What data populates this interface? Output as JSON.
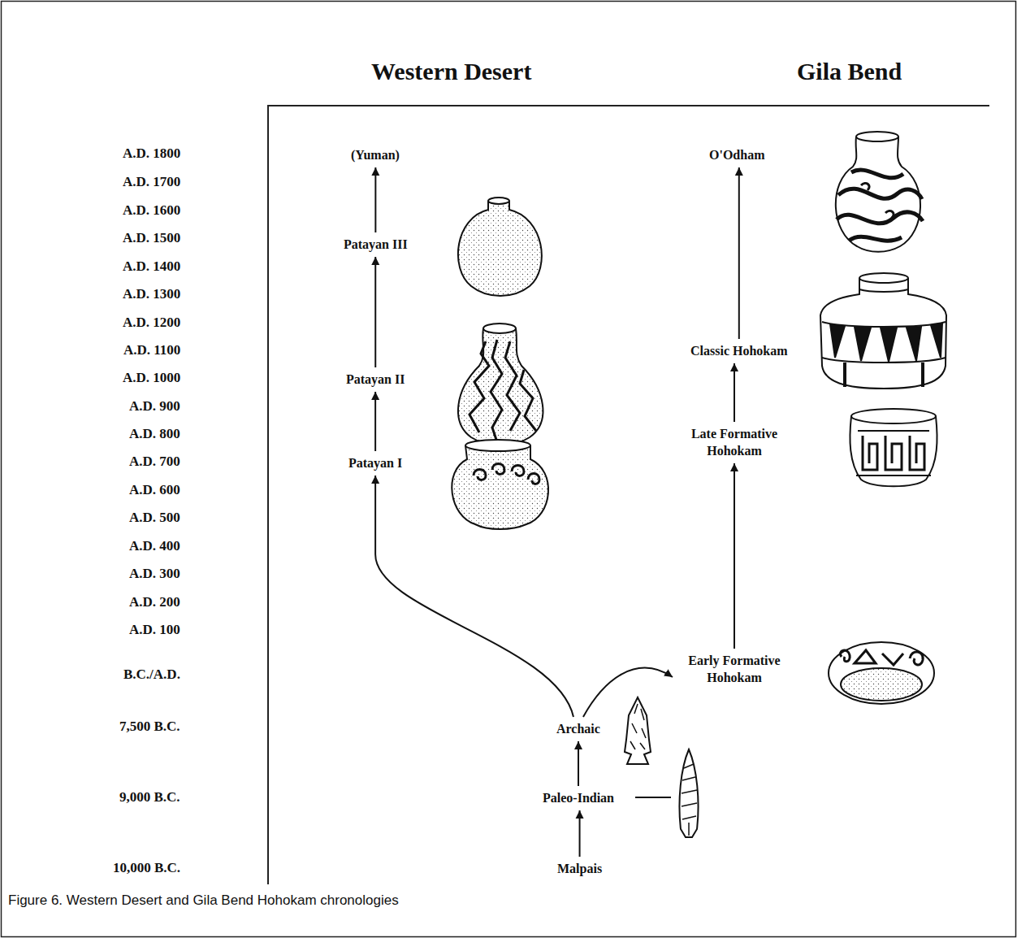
{
  "diagram": {
    "caption": "Figure 6. Western Desert and Gila Bend Hohokam chronologies",
    "nodes": [
      {
        "text": [
          "(Yuman)"
        ]
      },
      {
        "text": [
          "Patayan III"
        ]
      },
      {
        "text": [
          "Patayan II"
        ]
      },
      {
        "text": [
          "Patayan I"
        ]
      },
      {
        "text": [
          "O'Odham"
        ]
      },
      {
        "text": [
          "Classic Hohokam"
        ]
      },
      {
        "text": [
          "Late Formative Hohokam"
        ]
      },
      {
        "text": [
          "Early Formative Hohokam"
        ]
      },
      {
        "text": [
          "Archaic"
        ]
      },
      {
        "text": [
          "Paleo-Indian"
        ]
      },
      {
        "text": [
          "Malpais"
        ]
      }
    ],
    "edges": [
      {
        "from": 10,
        "to": 9,
        "arrow": "to"
      },
      {
        "from": 9,
        "to": 8,
        "arrow": "to"
      },
      {
        "from": 8,
        "to": 3,
        "arrow": "to"
      },
      {
        "from": 3,
        "to": 2,
        "arrow": "to"
      },
      {
        "from": 2,
        "to": 1,
        "arrow": "to"
      },
      {
        "from": 1,
        "to": 0,
        "arrow": "to"
      },
      {
        "from": 8,
        "to": 7,
        "arrow": "to"
      },
      {
        "from": 7,
        "to": 6,
        "arrow": "to"
      },
      {
        "from": 6,
        "to": 5,
        "arrow": "to"
      },
      {
        "from": 5,
        "to": 4,
        "arrow": "to"
      }
    ],
    "labels": [
      "Western Desert",
      "Gila Bend",
      "A.D. 1800",
      "A.D. 1700",
      "A.D. 1600",
      "A.D. 1500",
      "A.D. 1400",
      "A.D. 1300",
      "A.D. 1200",
      "A.D. 1100",
      "A.D. 1000",
      "A.D. 900",
      "A.D. 800",
      "A.D. 700",
      "A.D. 600",
      "A.D. 500",
      "A.D. 400",
      "A.D. 300",
      "A.D. 200",
      "A.D. 100",
      "B.C./A.D.",
      "7,500 B.C.",
      "9,000 B.C.",
      "10,000 B.C."
    ]
  }
}
